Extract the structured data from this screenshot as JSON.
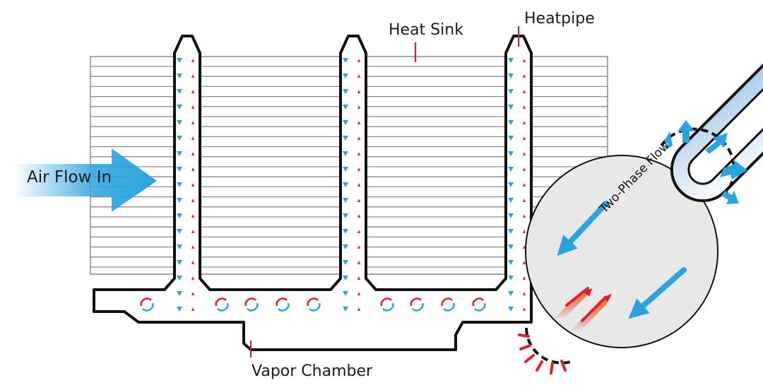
{
  "labels": {
    "heat_sink": "Heat Sink",
    "heatpipe": "Heatpipe",
    "air_flow_in": "Air Flow In",
    "vapor_chamber": "Vapor Chamber",
    "two_phase_flow": "Two-Phase Flow"
  },
  "colors": {
    "outline": "#111111",
    "fin_lines": "#8a8a8a",
    "air_blue": "#2aa3de",
    "heat_red": "#e0202a",
    "magnifier_fill": "#e8e8e8",
    "vapor_fill": "#a9cbe8",
    "leader_line": "#d0163a"
  },
  "icons": [
    "air-flow-arrow-icon",
    "condensate-down-arrow-icon",
    "vapor-up-arrow-icon",
    "circulation-arrow-icon",
    "heat-input-arrow-icon",
    "heat-release-arrow-icon"
  ]
}
